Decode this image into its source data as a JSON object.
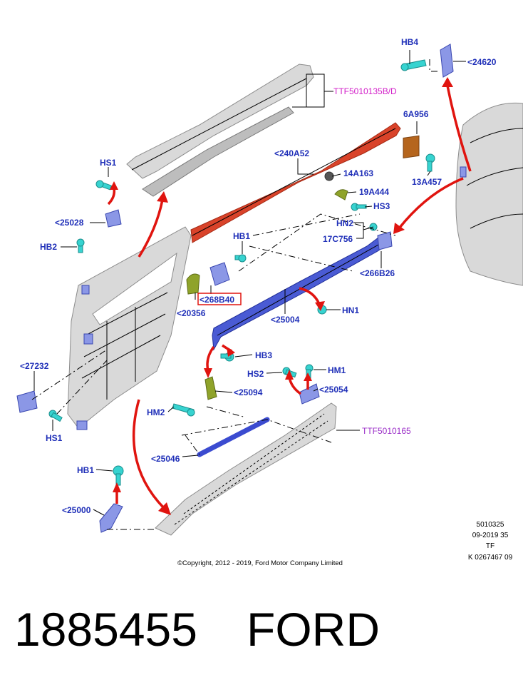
{
  "labels": {
    "ttf5010135": "TTF5010135B/D",
    "hb4": "HB4",
    "p24620": "<24620",
    "p6a956": "6A956",
    "p240a52": "<240A52",
    "p14a163": "14A163",
    "p13a457": "13A457",
    "p19a444": "19A444",
    "hs3": "HS3",
    "hn2": "HN2",
    "p17c756": "17C756",
    "p266b26": "<266B26",
    "hs1_top": "HS1",
    "p25028": "<25028",
    "hb2": "HB2",
    "hb1_mid": "HB1",
    "p268b40": "<268B40",
    "p20356": "<20356",
    "hn1": "HN1",
    "p25004": "<25004",
    "hb3": "HB3",
    "p27232": "<27232",
    "hs2": "HS2",
    "hm1": "HM1",
    "p25094": "<25094",
    "p25054": "<25054",
    "hm2": "HM2",
    "hs1_low": "HS1",
    "ttf5010165": "TTF5010165",
    "p25046": "<25046",
    "hb1_low": "HB1",
    "p25000": "<25000"
  },
  "reference": {
    "line1": "5010325",
    "line2": "09-2019 35",
    "line3": "TF",
    "line4": "K 0267467 09"
  },
  "copyright": "©Copyright, 2012 - 2019, Ford Motor Company Limited",
  "caption": {
    "part_number": "1885455",
    "brand": "FORD"
  },
  "colors": {
    "label_blue": "#1f2fb8",
    "label_magenta": "#d21ec8",
    "label_purple": "#9b2fc8",
    "arrow_red": "#e0140f",
    "highlight_box": "#e0140f"
  }
}
